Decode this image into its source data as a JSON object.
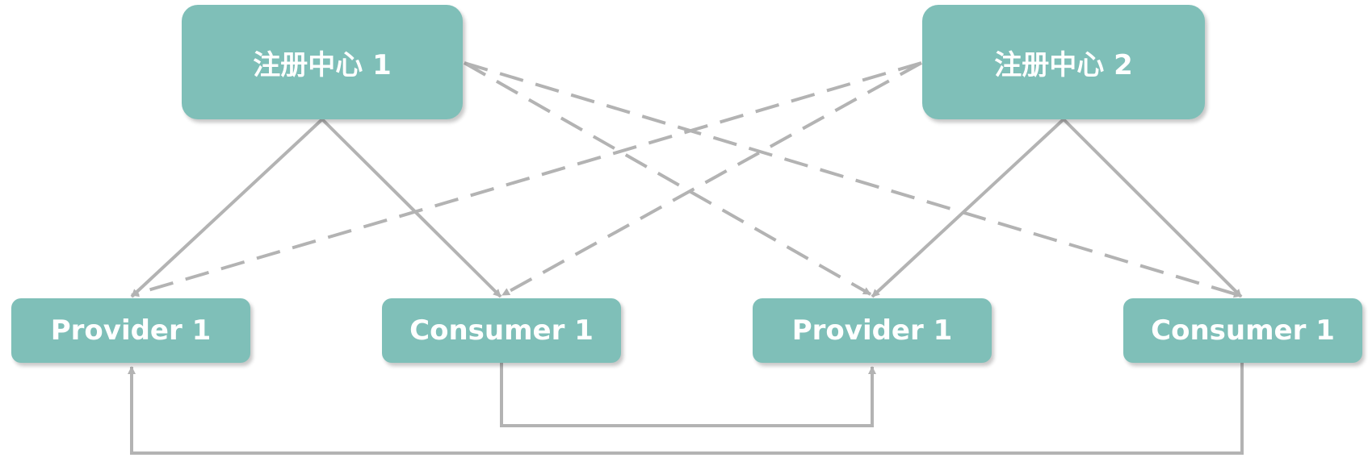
{
  "diagram": {
    "colors": {
      "node_fill": "#7fbfb8",
      "node_text": "#ffffff",
      "connector": "#b3b3b3"
    },
    "nodes": {
      "registry_1": "注册中心 1",
      "registry_2": "注册中心 2",
      "provider_a": "Provider 1",
      "consumer_a": "Consumer 1",
      "provider_b": "Provider 1",
      "consumer_b": "Consumer 1"
    },
    "edges": [
      {
        "from": "registry_1",
        "to": "provider_a",
        "style": "solid"
      },
      {
        "from": "registry_1",
        "to": "consumer_a",
        "style": "solid"
      },
      {
        "from": "registry_1",
        "to": "provider_b",
        "style": "dashed"
      },
      {
        "from": "registry_1",
        "to": "consumer_b",
        "style": "dashed"
      },
      {
        "from": "registry_2",
        "to": "provider_a",
        "style": "dashed"
      },
      {
        "from": "registry_2",
        "to": "consumer_a",
        "style": "dashed"
      },
      {
        "from": "registry_2",
        "to": "provider_b",
        "style": "solid"
      },
      {
        "from": "registry_2",
        "to": "consumer_b",
        "style": "solid"
      },
      {
        "from": "consumer_a",
        "to": "provider_b",
        "style": "solid"
      },
      {
        "from": "consumer_b",
        "to": "provider_a",
        "style": "solid"
      }
    ]
  }
}
